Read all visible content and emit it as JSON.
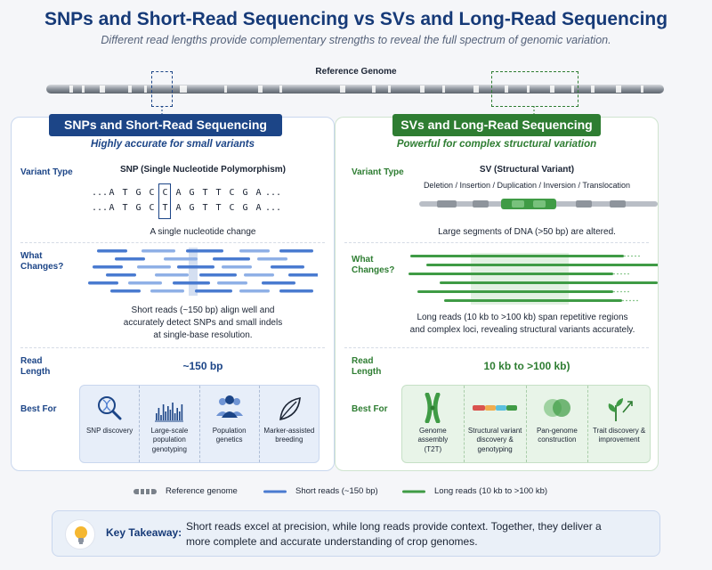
{
  "header": {
    "title": "SNPs and Short-Read Sequencing vs SVs and Long-Read Sequencing",
    "subtitle": "Different read lengths provide complementary strengths to reveal the full spectrum of genomic variation.",
    "reference_label": "Reference Genome"
  },
  "left": {
    "heading": "SNPs and Short-Read Sequencing",
    "subheading": "Highly accurate for small variants",
    "labels": {
      "variant_type": "Variant Type",
      "what_changes": "What Changes?",
      "read_length": "Read Length",
      "best_for": "Best For"
    },
    "variant_title": "SNP (Single Nucleotide Polymorphism)",
    "seq_top": [
      "A",
      "T",
      "G",
      "C",
      "C",
      "A",
      "G",
      "T",
      "T",
      "C",
      "G",
      "A"
    ],
    "seq_bottom": [
      "A",
      "T",
      "G",
      "C",
      "T",
      "A",
      "G",
      "T",
      "T",
      "C",
      "G",
      "A"
    ],
    "seq_ellipsis": "...",
    "variant_caption": "A single nucleotide change",
    "changes_line1": "Short reads (~150 bp) align well and",
    "changes_line2": "accurately detect SNPs and small indels",
    "changes_line3": "at single-base resolution.",
    "read_length_value": "~150 bp",
    "best_for": [
      {
        "icon": "magnifier-dna-icon",
        "line1": "SNP discovery",
        "line2": "",
        "line3": ""
      },
      {
        "icon": "bar-plot-icon",
        "line1": "Large-scale",
        "line2": "population",
        "line3": "genotyping"
      },
      {
        "icon": "people-icon",
        "line1": "Population",
        "line2": "genetics",
        "line3": ""
      },
      {
        "icon": "leaf-icon",
        "line1": "Marker-assisted",
        "line2": "breeding",
        "line3": ""
      }
    ],
    "color": "#1c4587"
  },
  "right": {
    "heading": "SVs and Long-Read Sequencing",
    "subheading": "Powerful for complex structural variation",
    "labels": {
      "variant_type": "Variant Type",
      "what_changes": "What Changes?",
      "read_length": "Read Length",
      "best_for": "Best For"
    },
    "variant_title": "SV (Structural Variant)",
    "variant_kinds": "Deletion / Insertion / Duplication / Inversion / Translocation",
    "variant_caption": "Large segments of DNA (>50 bp) are altered.",
    "changes_line1": "Long reads (10 kb to >100 kb) span repetitive regions",
    "changes_line2": "and complex loci, revealing structural variants accurately.",
    "read_length_value": "10 kb to >100 kb)",
    "best_for": [
      {
        "icon": "chromosome-icon",
        "line1": "Genome",
        "line2": "assembly",
        "line3": "(T2T)"
      },
      {
        "icon": "sv-segments-icon",
        "line1": "Structural variant",
        "line2": "discovery &",
        "line3": "genotyping"
      },
      {
        "icon": "venn-icon",
        "line1": "Pan-genome",
        "line2": "construction",
        "line3": ""
      },
      {
        "icon": "plant-growth-icon",
        "line1": "Trait discovery &",
        "line2": "improvement",
        "line3": ""
      }
    ],
    "color": "#2e7d32"
  },
  "legend": {
    "reference": "Reference genome",
    "short": "Short reads (~150 bp)",
    "long": "Long reads (10 kb to >100 kb)"
  },
  "takeaway": {
    "label": "Key Takeaway:",
    "line1": "Short reads excel at precision, while long reads provide context. Together, they deliver a",
    "line2": "more complete and accurate understanding of crop genomes."
  }
}
